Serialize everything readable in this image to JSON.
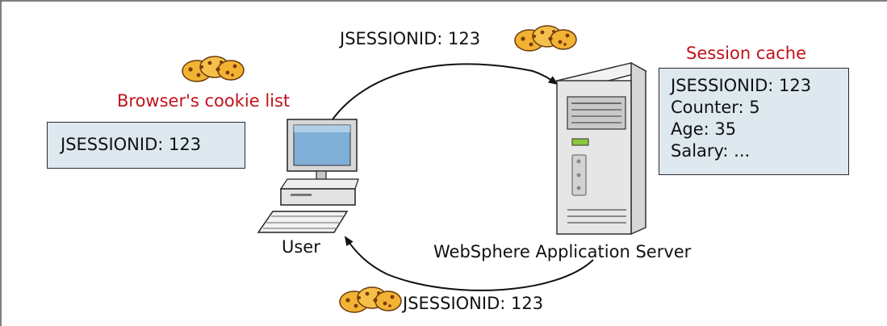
{
  "browser_cookie_list": {
    "title": "Browser's cookie list",
    "entry": "JSESSIONID: 123"
  },
  "session_cache": {
    "title": "Session cache",
    "lines": [
      "JSESSIONID: 123",
      "Counter:  5",
      "Age:  35",
      "Salary:  ..."
    ]
  },
  "user_label": "User",
  "server_label": "WebSphere Application Server",
  "request_label": "JSESSIONID: 123",
  "response_label": "JSESSIONID: 123",
  "colors": {
    "title_red": "#c0121b",
    "box_fill": "#dde8ef",
    "cookie": "#f2b233",
    "cookie_dark": "#8a4a12",
    "monitor_screen": "#7faed6"
  },
  "icons": [
    "cookie-icon",
    "computer-icon",
    "server-icon",
    "arrow-icon"
  ]
}
